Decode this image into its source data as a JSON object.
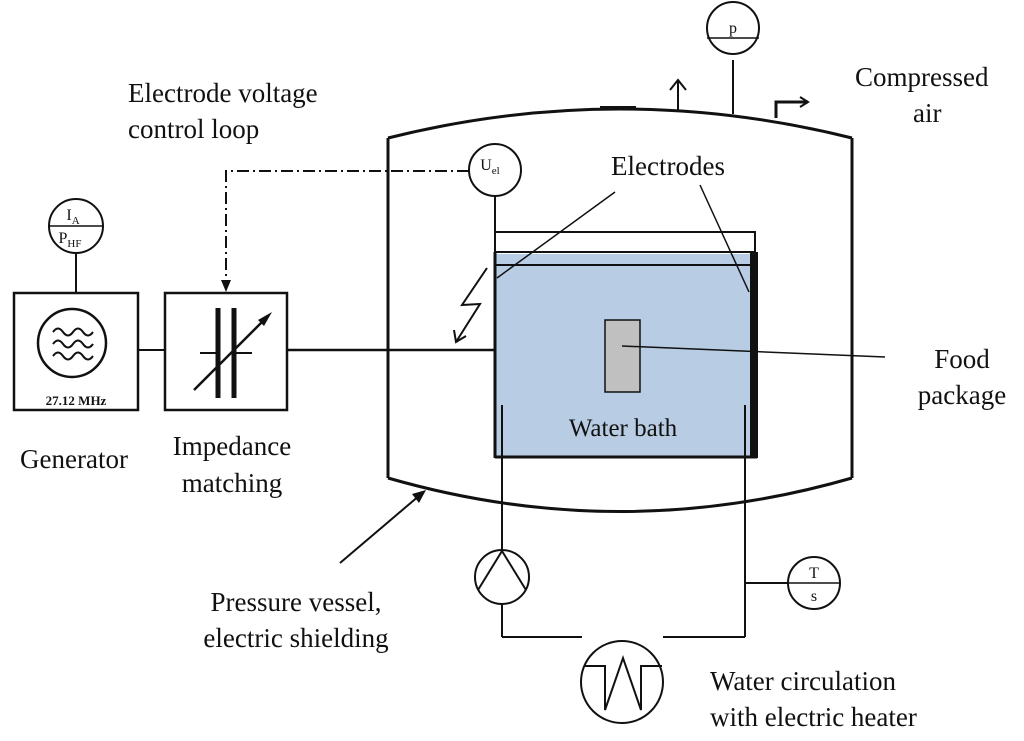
{
  "labels": {
    "electrode_voltage_control_loop": [
      "Electrode voltage",
      "control loop"
    ],
    "compressed_air": [
      "Compressed",
      "air"
    ],
    "electrodes": "Electrodes",
    "generator": "Generator",
    "generator_frequency": "27.12 MHz",
    "impedance_matching": [
      "Impedance",
      "matching"
    ],
    "water_bath": "Water bath",
    "food_package": [
      "Food",
      "package"
    ],
    "pressure_vessel": [
      "Pressure vessel,",
      "electric shielding"
    ],
    "water_circulation": [
      "Water circulation",
      "with electric heater"
    ]
  },
  "instruments": {
    "pressure": "p",
    "electrode_voltage": {
      "main": "U",
      "sub": "el"
    },
    "generator_meter": {
      "top_main": "I",
      "top_sub": "A",
      "bottom_main": "P",
      "bottom_sub": "HF"
    },
    "temperature": {
      "top": "T",
      "bottom": "s"
    }
  },
  "colors": {
    "water": "#b8cce4",
    "food_package": "#c0c0c0",
    "line": "#111111"
  }
}
